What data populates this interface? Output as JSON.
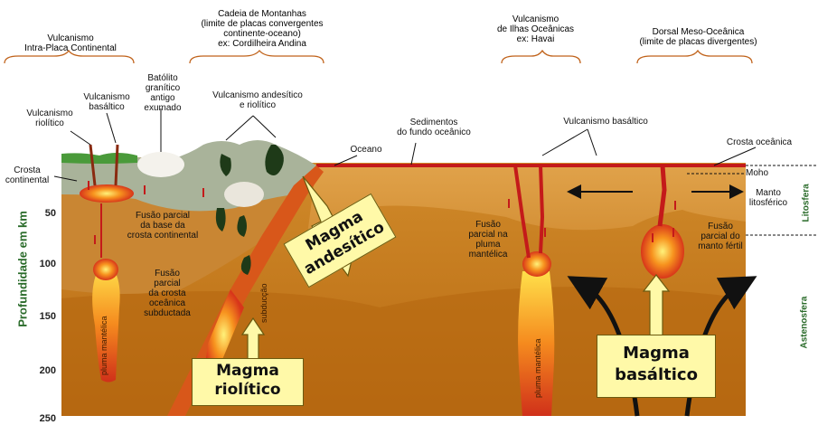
{
  "headers": [
    {
      "id": "h1",
      "text": "Vulcanismo\nIntra-Placa Continental"
    },
    {
      "id": "h2",
      "text": "Cadeia de Montanhas\n(limite de placas convergentes\ncontinente-oceano)\nex: Cordilheira Andina"
    },
    {
      "id": "h3",
      "text": "Vulcanismo\nde Ilhas Oceânicas\nex: Havai"
    },
    {
      "id": "h4",
      "text": "Dorsal Meso-Oceânica\n(limite de placas divergentes)"
    }
  ],
  "labels": {
    "vulc_riolitico": "Vulcanismo\nriolítico",
    "vulc_basaltico_left": "Vulcanismo\nbasáltico",
    "batolito": "Batólito\ngranítico\nantigo\nexumado",
    "vulc_andesitico": "Vulcanismo andesítico\ne riolítico",
    "sedimentos": "Sedimentos\ndo fundo oceânico",
    "oceano": "Oceano",
    "vulc_basaltico_right": "Vulcanismo basáltico",
    "crosta_oceanica": "Crosta oceânica",
    "crosta_continental": "Crosta\ncontinental",
    "moho": "Moho",
    "manto_litosferico": "Manto\nlitosférico",
    "litosfera": "Litosfera",
    "astenosfera": "Astenosfera",
    "fusao_base": "Fusão parcial\nda base da\ncrosta continental",
    "fusao_crosta_oceanica": "Fusão\nparcial\nda crosta\noceânica\nsubductada",
    "fusao_pluma": "Fusão\nparcial na\npluma\nmantélica",
    "fusao_manto": "Fusão\nparcial do\nmanto fértil",
    "pluma_mantelica": "pluma mantélica",
    "subduccao": "subducção"
  },
  "axis": {
    "title": "Profundidade em km",
    "ticks": [
      "50",
      "100",
      "150",
      "200",
      "250"
    ]
  },
  "callouts": {
    "magma_andesitico": "Magma\nandesítico",
    "magma_riolitico": "Magma\nriolítico",
    "magma_basaltico": "Magma\nbasáltico"
  }
}
